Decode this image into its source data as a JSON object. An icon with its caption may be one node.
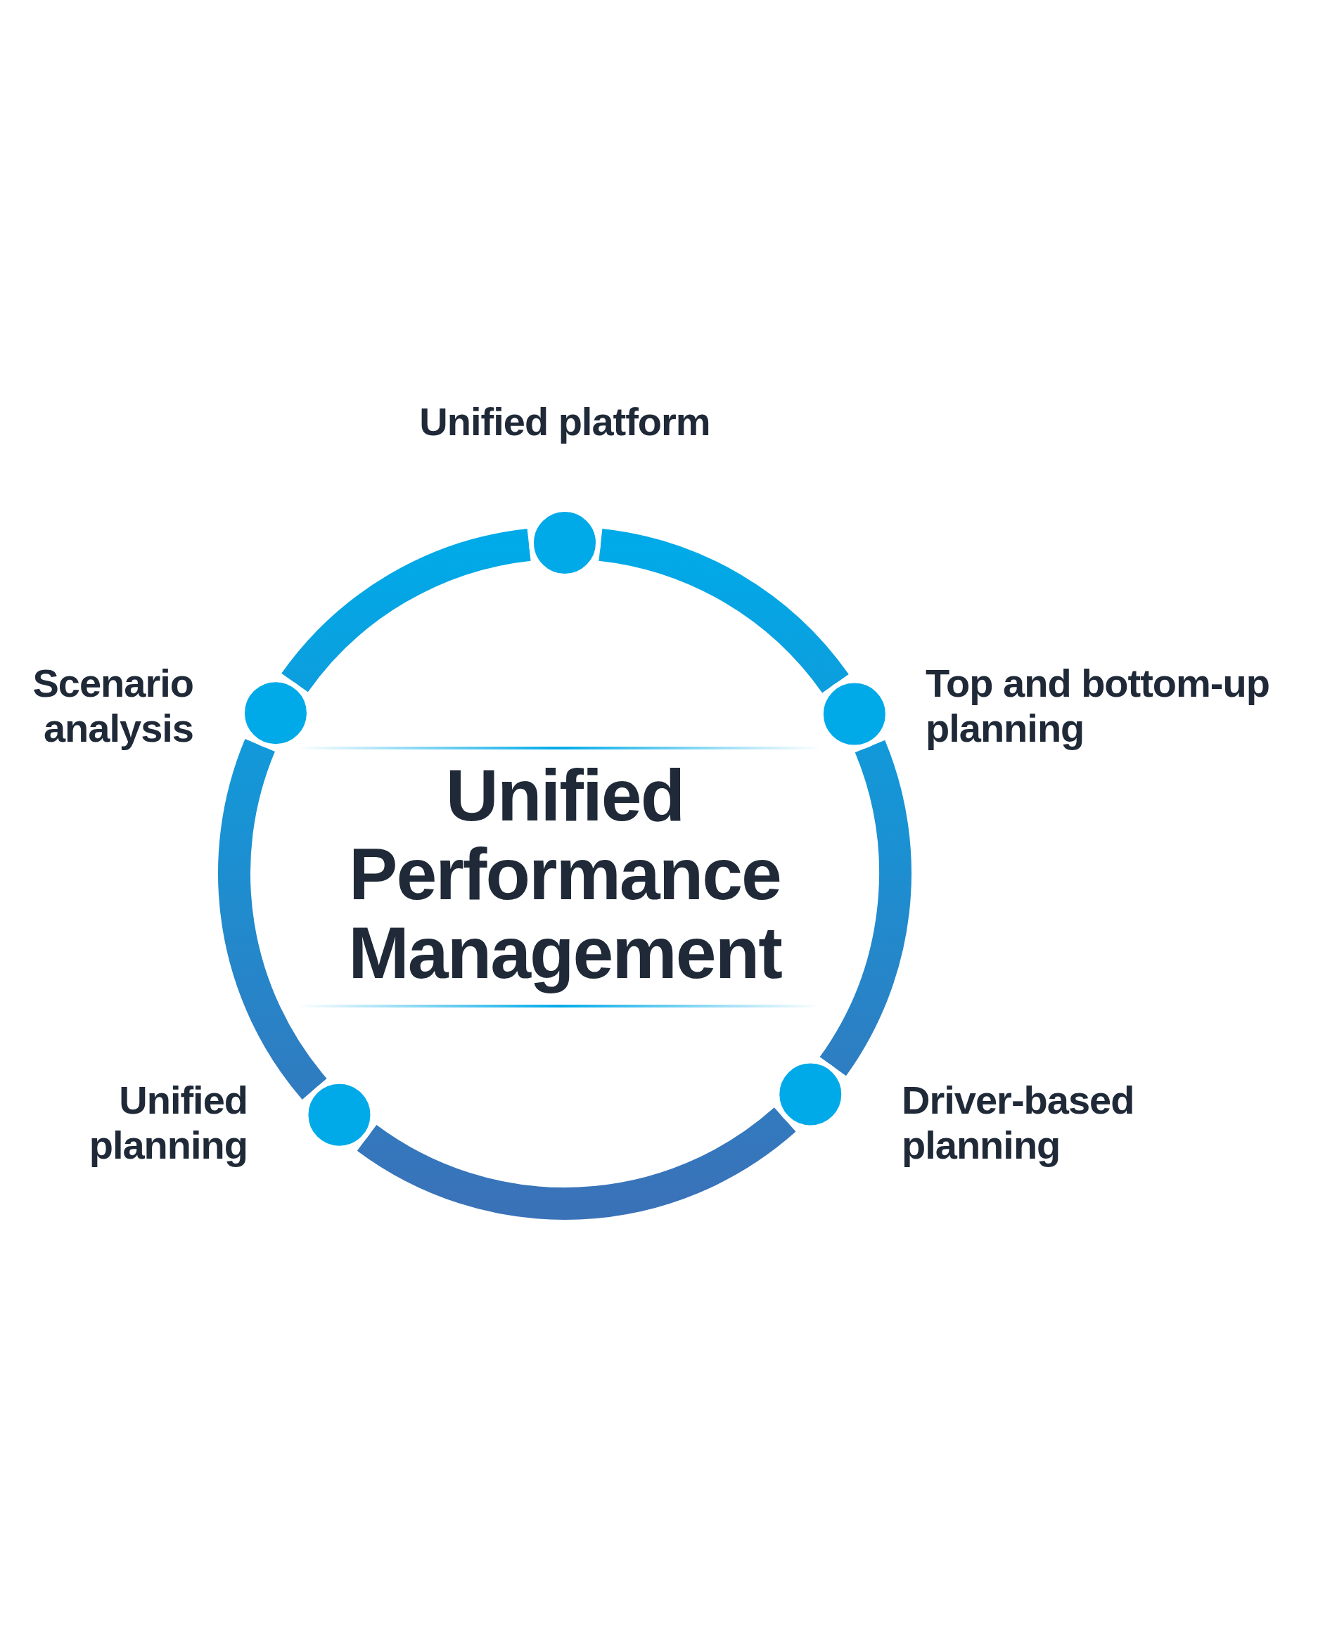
{
  "diagram": {
    "nodes": [
      {
        "text": [],
        "shape": "circle",
        "beside": [
          "Unified platform"
        ]
      },
      {
        "text": [],
        "shape": "circle",
        "beside": [
          "Scenario analysis"
        ]
      },
      {
        "text": [],
        "shape": "circle",
        "beside": [
          "Top and bottom-up planning"
        ]
      },
      {
        "text": [],
        "shape": "circle",
        "beside": [
          "Unified planning"
        ]
      },
      {
        "text": [],
        "shape": "circle",
        "beside": [
          "Driver-based planning"
        ]
      },
      {
        "text": [
          "Unified Performance Management"
        ]
      }
    ],
    "edges": [
      {
        "from": 0,
        "to": 2,
        "arrow": "none"
      },
      {
        "from": 2,
        "to": 4,
        "arrow": "none"
      },
      {
        "from": 4,
        "to": 3,
        "arrow": "none"
      },
      {
        "from": 3,
        "to": 1,
        "arrow": "none"
      },
      {
        "from": 1,
        "to": 0,
        "arrow": "none"
      }
    ]
  }
}
